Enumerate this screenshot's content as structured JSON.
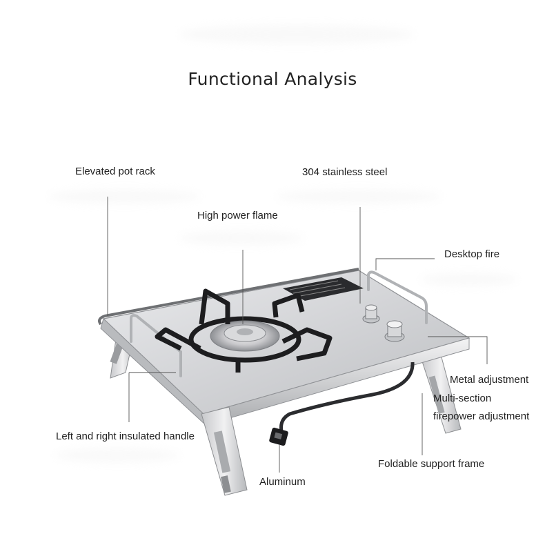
{
  "title": "Functional Analysis",
  "labels": {
    "elevated_pot_rack": "Elevated pot rack",
    "stainless_steel": "304 stainless steel",
    "high_power_flame": "High power flame",
    "desktop_fire": "Desktop fire",
    "metal_adjustment": "Metal adjustment",
    "multi_section": "Multi-section",
    "firepower_adjustment": "firepower adjustment",
    "insulated_handle": "Left and right insulated handle",
    "foldable_frame": "Foldable support frame",
    "aluminum": "Aluminum"
  },
  "colors": {
    "steel": "#cfd0d2",
    "steel_dark": "#9fa1a4",
    "burner_black": "#1d1d1f",
    "leader_line": "#555555"
  }
}
